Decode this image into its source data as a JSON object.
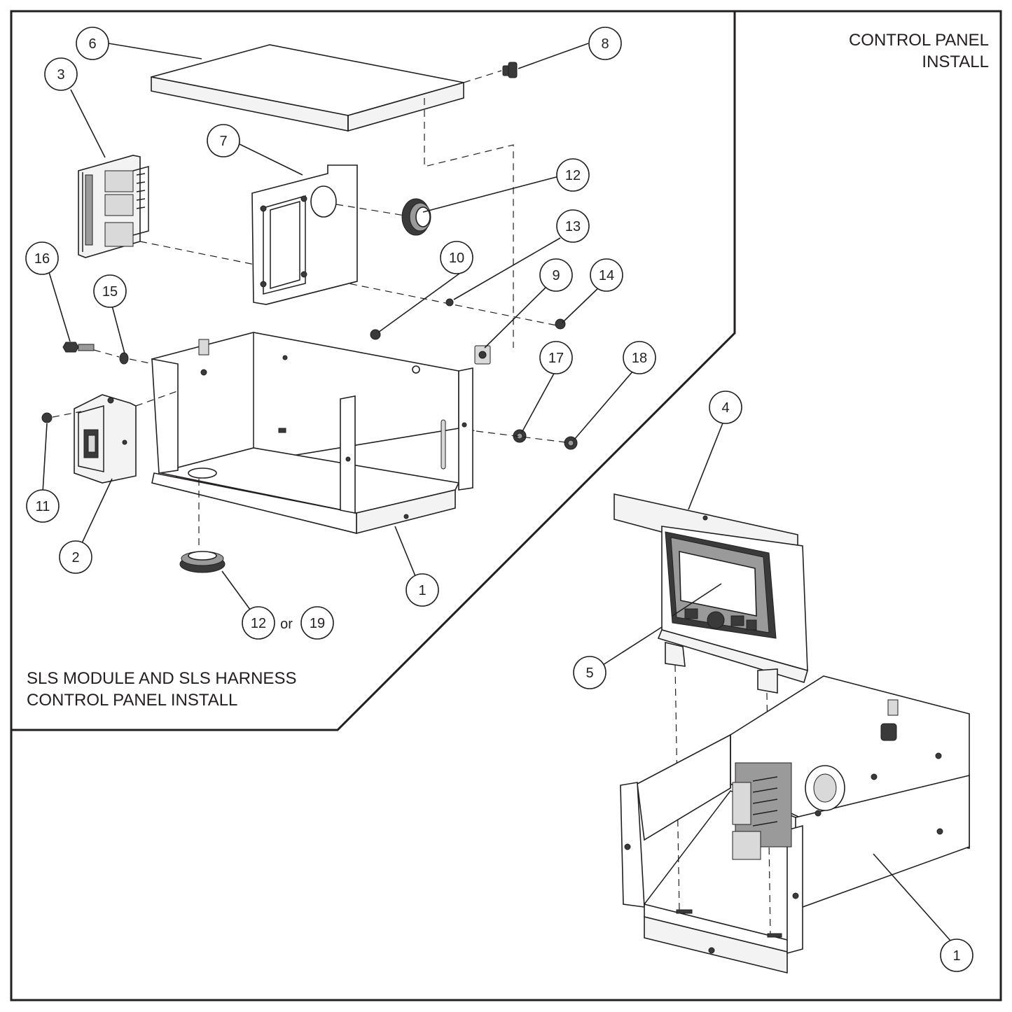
{
  "titles": {
    "control_panel_line1": "CONTROL PANEL",
    "control_panel_line2": "INSTALL",
    "sls_line1": "SLS MODULE AND SLS HARNESS",
    "sls_line2": "CONTROL PANEL INSTALL"
  },
  "callouts": {
    "c6": "6",
    "c8": "8",
    "c3": "3",
    "c7": "7",
    "c12a": "12",
    "c13": "13",
    "c16": "16",
    "c15": "15",
    "c10": "10",
    "c9": "9",
    "c14": "14",
    "c17": "17",
    "c18": "18",
    "c11": "11",
    "c2": "2",
    "c1a": "1",
    "c12b": "12",
    "c19": "19",
    "or": "or",
    "c4": "4",
    "c5": "5",
    "c1b": "1"
  }
}
